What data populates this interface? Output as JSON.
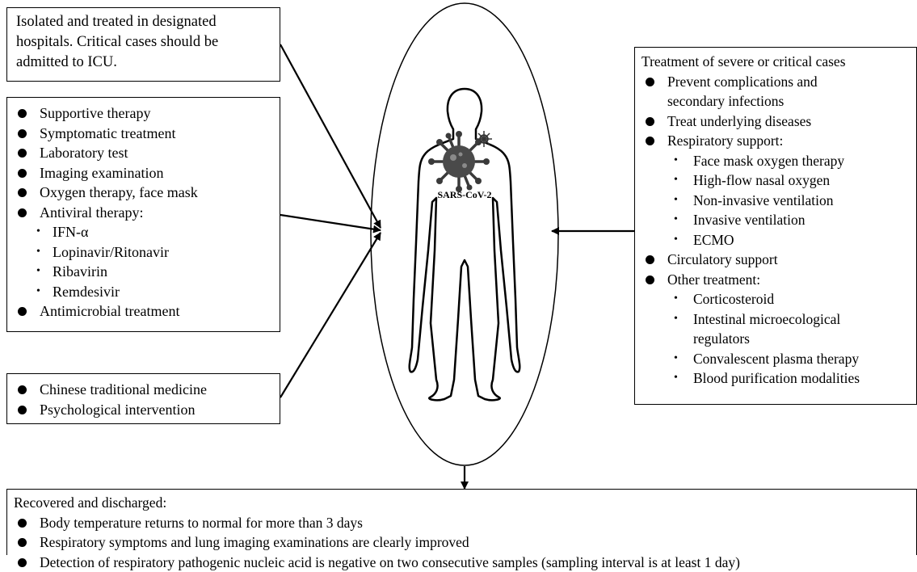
{
  "box_top_left": {
    "lines": [
      "Isolated and treated in designated",
      "hospitals. Critical cases should be",
      "admitted to ICU."
    ]
  },
  "box_mid_left": {
    "bullets": [
      "Supportive therapy",
      "Symptomatic treatment",
      "Laboratory test",
      "Imaging examination",
      "Oxygen therapy, face mask",
      "Antiviral therapy:"
    ],
    "sub": [
      "IFN-α",
      "Lopinavir/Ritonavir",
      "Ribavirin",
      "Remdesivir"
    ],
    "last": "Antimicrobial treatment"
  },
  "box_bottom_left": {
    "bullets": [
      "Chinese traditional medicine",
      "Psychological intervention"
    ]
  },
  "box_right": {
    "title": "Treatment of severe or critical cases",
    "prevent": [
      "Prevent complications and",
      "secondary infections"
    ],
    "treat": "Treat underlying diseases",
    "resp": "Respiratory support:",
    "resp_sub": [
      "Face mask oxygen therapy",
      "High-flow nasal oxygen",
      "Non-invasive ventilation",
      "Invasive ventilation",
      "ECMO"
    ],
    "circ": "Circulatory support",
    "other": "Other treatment:",
    "other_sub": [
      "Corticosteroid",
      "Intestinal microecological",
      "regulators",
      "Convalescent plasma therapy",
      "Blood purification modalities"
    ]
  },
  "figure": {
    "virus_label": "SARS-CoV-2"
  },
  "box_bottom": {
    "title": "Recovered and discharged:",
    "bullets": [
      "Body temperature returns to normal for more than 3 days",
      "Respiratory symptoms and lung imaging examinations are clearly improved",
      "Detection of respiratory pathogenic nucleic acid is negative on two consecutive samples (sampling interval is at least 1 day)"
    ]
  }
}
